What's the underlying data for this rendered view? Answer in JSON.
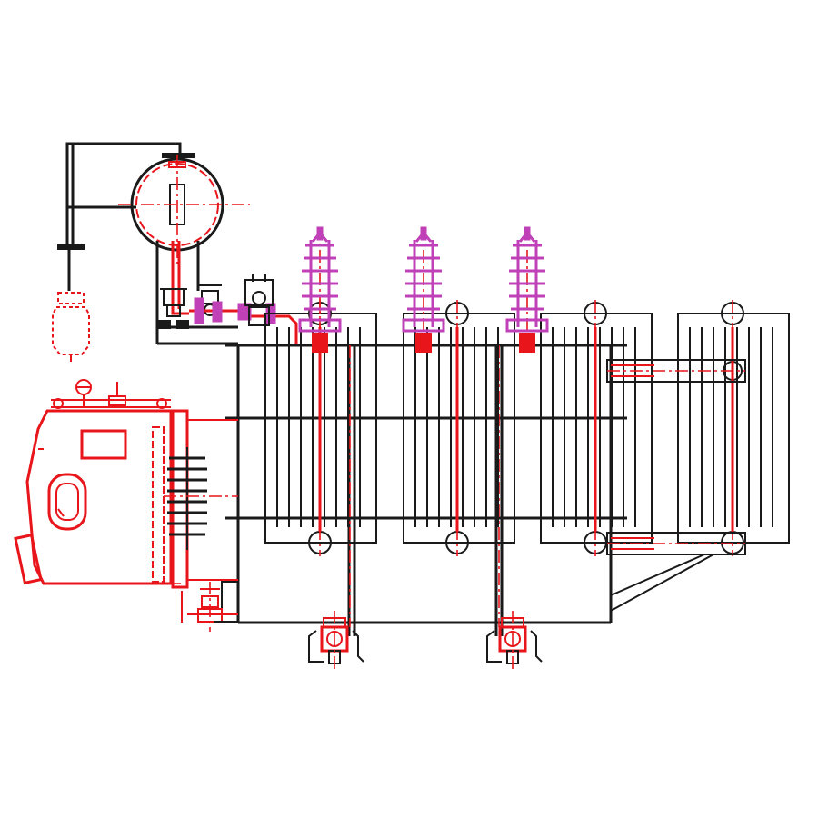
{
  "drawing": {
    "subject": "transformer-side-elevation",
    "colors": {
      "outline": "#1a1a1a",
      "accessory": "#e8151b",
      "bushing": "#c040b8",
      "background": "#ffffff"
    },
    "bushings": [
      "hv-bushing-1",
      "hv-bushing-2",
      "hv-bushing-3"
    ],
    "radiator_banks": [
      "radiator-bank-1",
      "radiator-bank-2",
      "radiator-bank-3",
      "radiator-bank-4"
    ],
    "wheels": [
      "wheel-left",
      "wheel-right"
    ]
  }
}
